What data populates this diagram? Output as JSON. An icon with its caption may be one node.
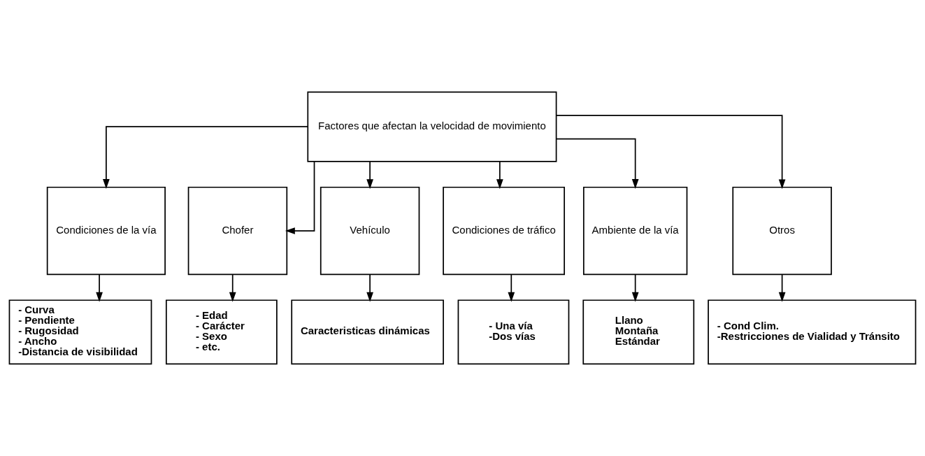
{
  "diagram": {
    "nodes": [
      {
        "text": [
          "Factores que afectan la velocidad de movimiento"
        ]
      },
      {
        "text": [
          "Condiciones de la vía"
        ]
      },
      {
        "text": [
          "Chofer"
        ]
      },
      {
        "text": [
          "Vehículo"
        ]
      },
      {
        "text": [
          "Condiciones de tráfico"
        ]
      },
      {
        "text": [
          "Ambiente de la vía"
        ]
      },
      {
        "text": [
          "Otros"
        ]
      },
      {
        "text": [
          "- Curva",
          "- Pendiente",
          "- Rugosidad",
          "- Ancho",
          "-Distancia de visibilidad"
        ]
      },
      {
        "text": [
          "- Edad",
          "- Carácter",
          "- Sexo",
          "- etc."
        ]
      },
      {
        "text": [
          "Caracteristicas dinámicas"
        ]
      },
      {
        "text": [
          "- Una vía",
          "-Dos vías"
        ]
      },
      {
        "text": [
          "Llano",
          "Montaña",
          "Estándar"
        ]
      },
      {
        "text": [
          "- Cond Clim.",
          "-Restricciones de Vialidad y Tránsito"
        ]
      }
    ],
    "edges": [
      {
        "from": 0,
        "to": 1,
        "arrow": "to"
      },
      {
        "from": 0,
        "to": 2,
        "arrow": "to"
      },
      {
        "from": 0,
        "to": 3,
        "arrow": "to"
      },
      {
        "from": 0,
        "to": 4,
        "arrow": "to"
      },
      {
        "from": 0,
        "to": 5,
        "arrow": "to"
      },
      {
        "from": 0,
        "to": 6,
        "arrow": "to"
      },
      {
        "from": 1,
        "to": 7,
        "arrow": "to"
      },
      {
        "from": 2,
        "to": 8,
        "arrow": "to"
      },
      {
        "from": 3,
        "to": 9,
        "arrow": "to"
      },
      {
        "from": 4,
        "to": 10,
        "arrow": "to"
      },
      {
        "from": 5,
        "to": 11,
        "arrow": "to"
      },
      {
        "from": 6,
        "to": 12,
        "arrow": "to"
      }
    ]
  }
}
